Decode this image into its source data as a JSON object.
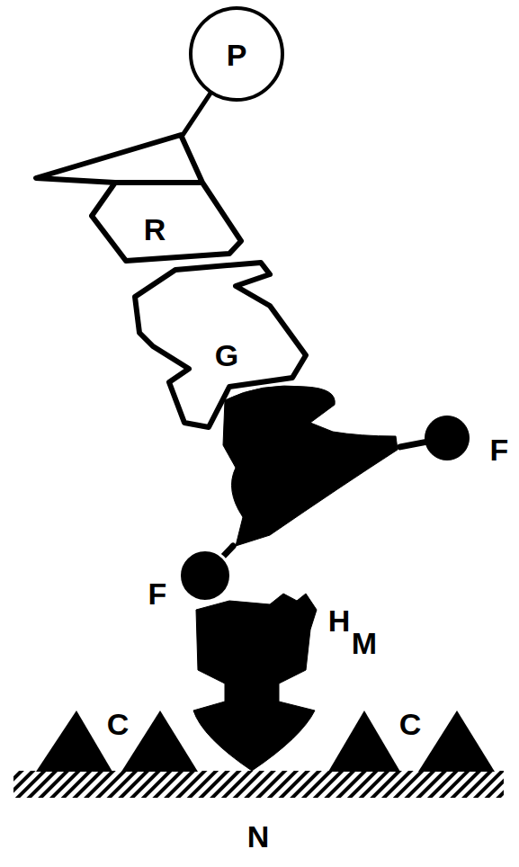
{
  "diagram": {
    "nodes": [
      {
        "text": [
          "P"
        ]
      },
      {
        "text": [
          "R"
        ]
      },
      {
        "text": [
          "G"
        ]
      },
      {
        "text": [
          "H"
        ]
      },
      {
        "text": [
          "F"
        ]
      },
      {
        "text": [
          "F"
        ]
      },
      {
        "text": [
          "M"
        ]
      }
    ],
    "edges": [
      {
        "from": 0,
        "to": 1,
        "arrow": "none"
      },
      {
        "from": 3,
        "to": 4,
        "arrow": "none"
      },
      {
        "from": 3,
        "to": 5,
        "arrow": "none"
      }
    ],
    "labels": [
      "C",
      "C",
      "N"
    ]
  }
}
